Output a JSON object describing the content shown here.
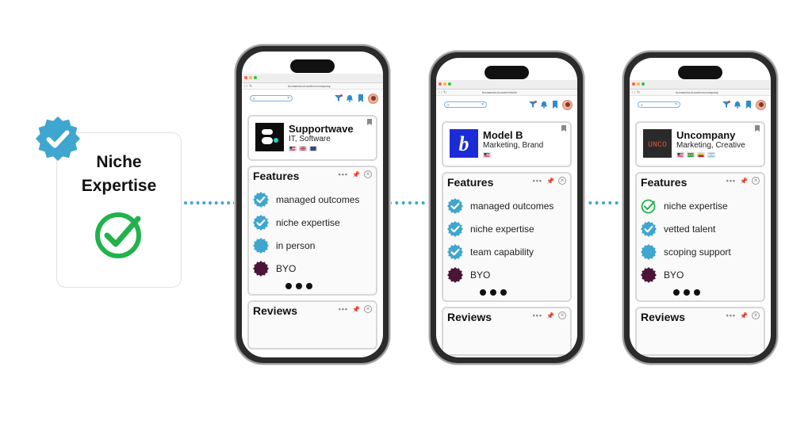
{
  "hero": {
    "title_line1": "Niche",
    "title_line2": "Expertise",
    "badge_icon": "verified-badge-icon",
    "check_icon": "check-circle-icon",
    "badge_color": "#3ea6cf",
    "check_color": "#22b24c"
  },
  "connector_color": "#3ea6cf",
  "phones": [
    {
      "url": "humancloud.work/cc/company",
      "company": {
        "name": "Supportwave",
        "category": "IT, Software",
        "logo": "supportwave-logo",
        "flags": [
          "us",
          "gb",
          "eu"
        ]
      },
      "features_title": "Features",
      "reviews_title": "Reviews",
      "features": [
        {
          "label": "managed outcomes",
          "icon": "verified-badge-icon"
        },
        {
          "label": "niche expertise",
          "icon": "verified-badge-icon"
        },
        {
          "label": "in person",
          "icon": "badge-blue-icon"
        },
        {
          "label": "BYO",
          "icon": "badge-maroon-icon"
        }
      ]
    },
    {
      "url": "humancloud.work/m/b/dt",
      "company": {
        "name": "Model B",
        "category": "Marketing, Brand",
        "logo": "model-b-logo",
        "flags": [
          "us"
        ]
      },
      "features_title": "Features",
      "reviews_title": "Reviews",
      "features": [
        {
          "label": "managed outcomes",
          "icon": "verified-badge-icon"
        },
        {
          "label": "niche expertise",
          "icon": "verified-badge-icon"
        },
        {
          "label": "team capability",
          "icon": "verified-badge-icon"
        },
        {
          "label": "BYO",
          "icon": "badge-maroon-icon"
        }
      ]
    },
    {
      "url": "humancloud.work/cc/company",
      "company": {
        "name": "Uncompany",
        "category": "Marketing, Creative",
        "logo": "uncompany-logo",
        "logo_text": "UNCO",
        "flags": [
          "us",
          "br",
          "co",
          "ar"
        ]
      },
      "features_title": "Features",
      "reviews_title": "Reviews",
      "features": [
        {
          "label": "niche expertise",
          "icon": "check-circle-icon"
        },
        {
          "label": "vetted talent",
          "icon": "verified-badge-icon"
        },
        {
          "label": "scoping support",
          "icon": "badge-blue-icon"
        },
        {
          "label": "BYO",
          "icon": "badge-maroon-icon"
        }
      ]
    }
  ]
}
